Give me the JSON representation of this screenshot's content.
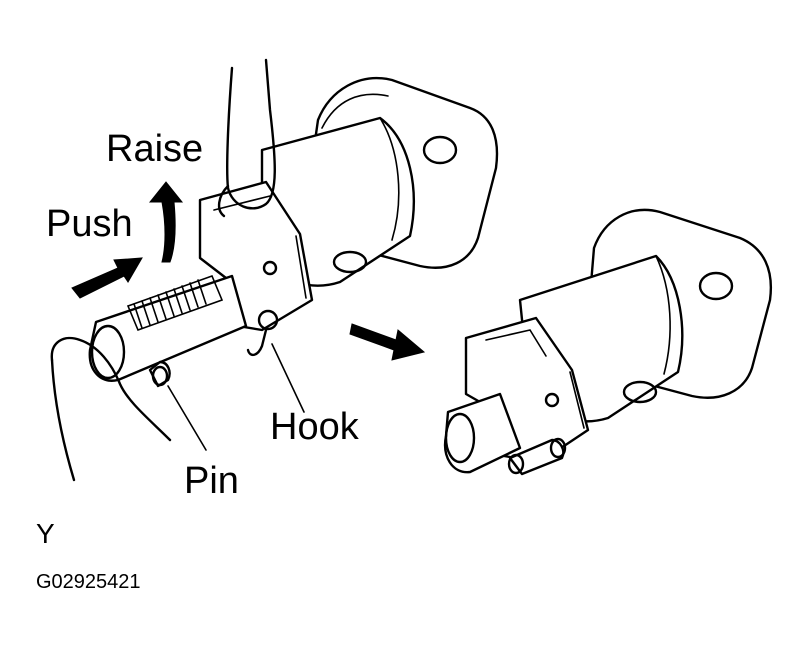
{
  "labels": {
    "raise": "Raise",
    "push": "Push",
    "hook": "Hook",
    "pin": "Pin",
    "view_letter": "Y",
    "figure_code": "G02925421"
  },
  "colors": {
    "line": "#000000",
    "background": "#ffffff"
  }
}
